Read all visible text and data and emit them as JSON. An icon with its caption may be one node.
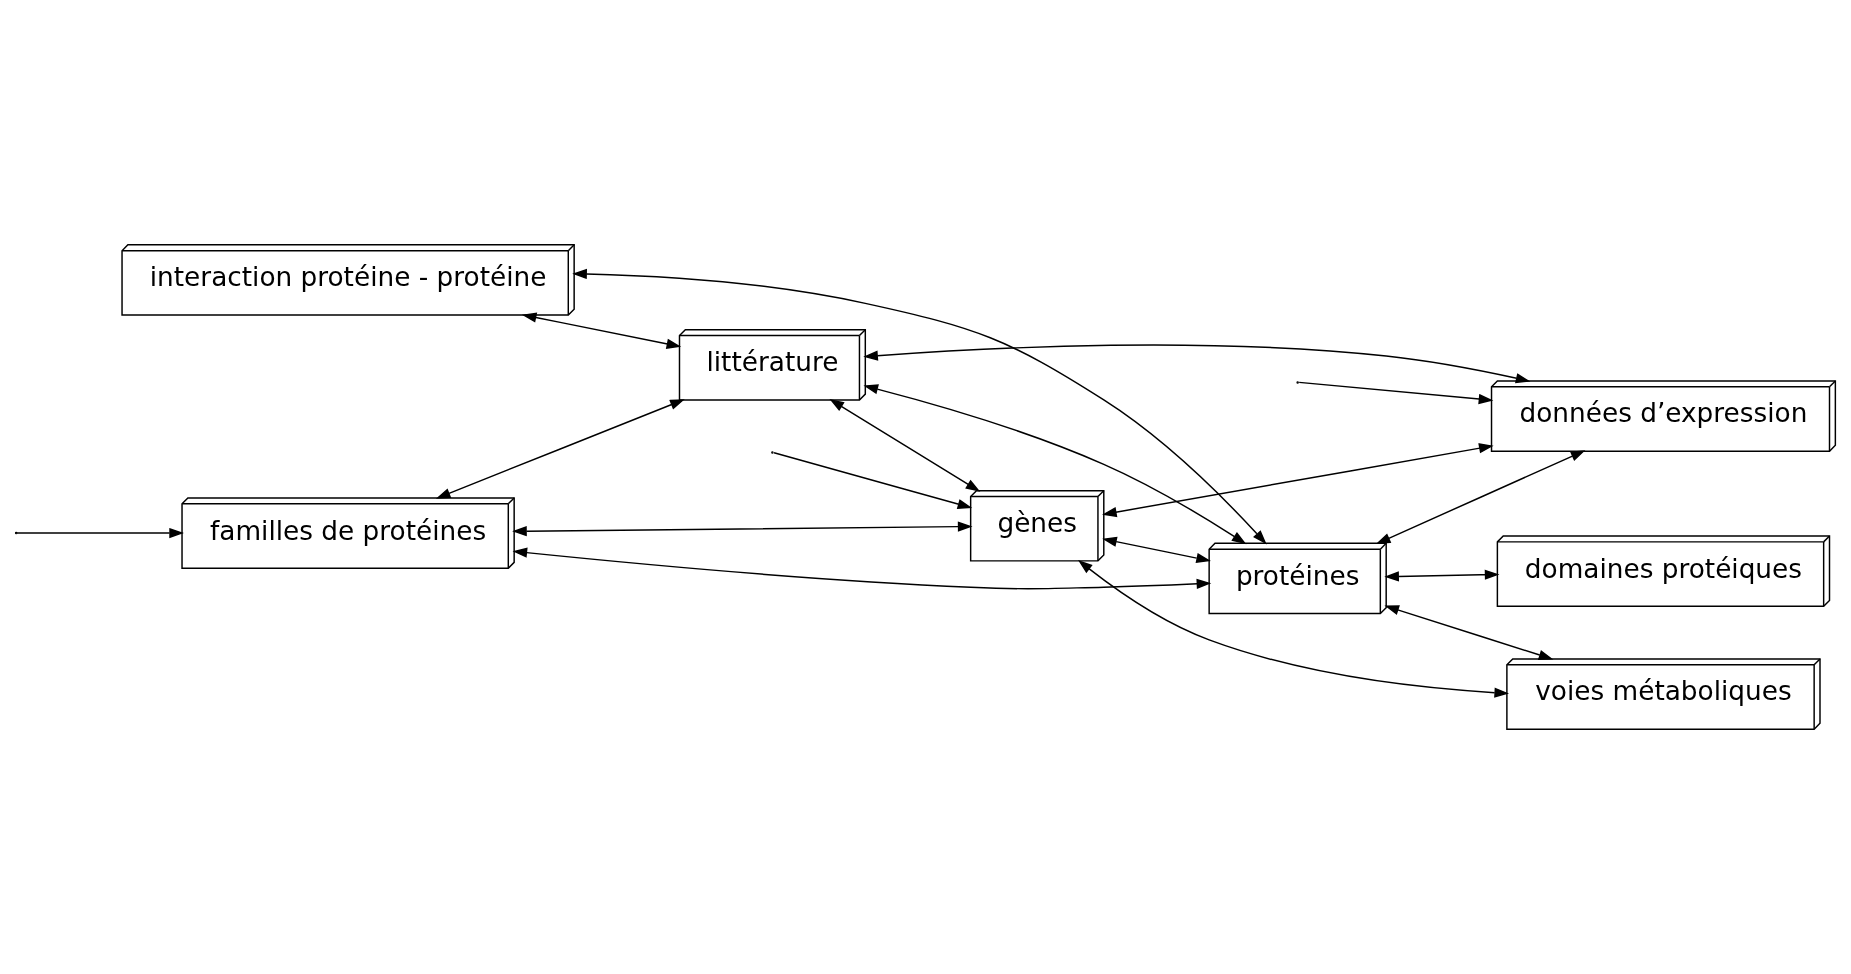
{
  "diagram": {
    "nodes": [
      {
        "text": [
          "familles de protéines"
        ]
      },
      {
        "text": [
          "interaction protéine - protéine"
        ]
      },
      {
        "text": [
          "littérature"
        ]
      },
      {
        "text": [
          "gènes"
        ]
      },
      {
        "text": [
          "protéines"
        ]
      },
      {
        "text": [
          "données d’expression"
        ]
      },
      {
        "text": [
          "voies métaboliques"
        ]
      },
      {
        "text": [
          "domaines protéiques"
        ]
      }
    ],
    "edges": [
      {
        "from": null,
        "to": 0,
        "arrow": "to"
      },
      {
        "from": 0,
        "to": 2,
        "arrow": "both"
      },
      {
        "from": 0,
        "to": 3,
        "arrow": "both"
      },
      {
        "from": 0,
        "to": 4,
        "arrow": "both"
      },
      {
        "from": 1,
        "to": 2,
        "arrow": "both"
      },
      {
        "from": 1,
        "to": 4,
        "arrow": "both"
      },
      {
        "from": 2,
        "to": 3,
        "arrow": "both"
      },
      {
        "from": 2,
        "to": 4,
        "arrow": "both"
      },
      {
        "from": null,
        "to": 3,
        "arrow": "to"
      },
      {
        "from": 3,
        "to": 4,
        "arrow": "both"
      },
      {
        "from": 2,
        "to": 5,
        "arrow": "both"
      },
      {
        "from": 3,
        "to": 5,
        "arrow": "both"
      },
      {
        "from": 4,
        "to": 5,
        "arrow": "both"
      },
      {
        "from": 3,
        "to": 6,
        "arrow": "both"
      },
      {
        "from": 4,
        "to": 6,
        "arrow": "both"
      },
      {
        "from": 4,
        "to": 7,
        "arrow": "both"
      },
      {
        "from": null,
        "to": 5,
        "arrow": "to"
      }
    ]
  }
}
